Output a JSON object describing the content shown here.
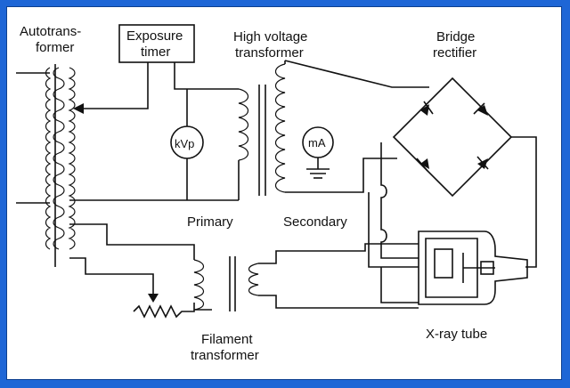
{
  "labels": {
    "autotransformer_line1": "Autotrans-",
    "autotransformer_line2": "former",
    "exposure_timer_line1": "Exposure",
    "exposure_timer_line2": "timer",
    "hv_line1": "High voltage",
    "hv_line2": "transformer",
    "bridge_line1": "Bridge",
    "bridge_line2": "rectifier",
    "kvp": "kVp",
    "ma": "mA",
    "primary": "Primary",
    "secondary": "Secondary",
    "filament_line1": "Filament",
    "filament_line2": "transformer",
    "xray_tube": "X-ray tube"
  },
  "colors": {
    "frame": "#1e66d6",
    "line": "#111111",
    "background": "#ffffff"
  }
}
